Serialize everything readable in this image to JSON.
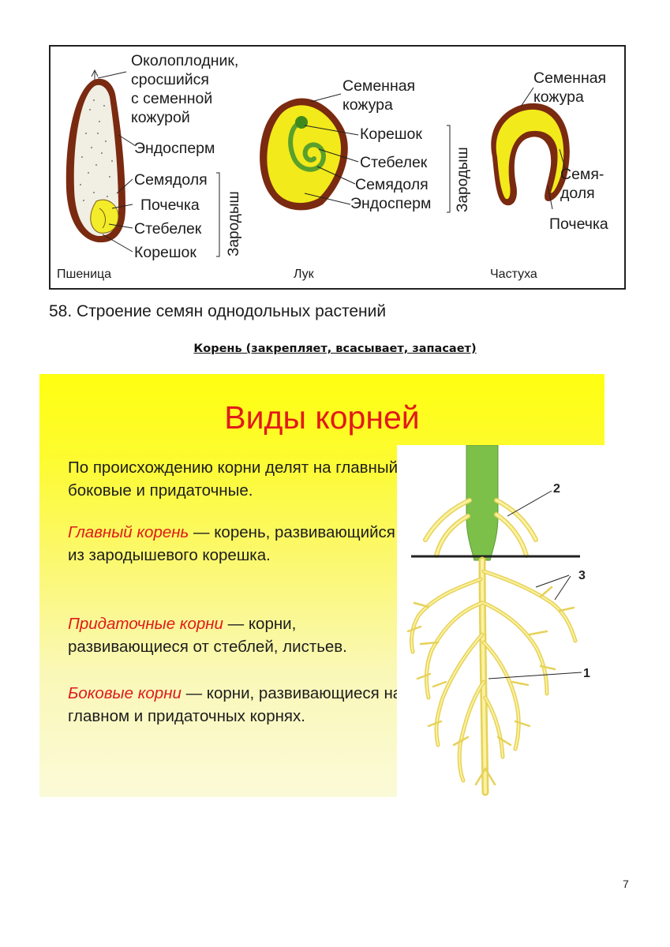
{
  "figure58": {
    "labels": {
      "pericarp": "Околоплодник,\nсросшийся\nс семенной\nкожурой",
      "endosperm_wheat": "Эндосперм",
      "cotyledon_wheat": "Семядоля",
      "bud_wheat": "Почечка",
      "stem_wheat": "Стебелек",
      "radicle_wheat": "Корешок",
      "embryo_wheat": "Зародыш",
      "seed_coat_onion": "Семенная\nкожура",
      "radicle_onion": "Корешок",
      "stem_onion": "Стебелек",
      "cotyledon_onion": "Семядоля",
      "endosperm_onion": "Эндосперм",
      "embryo_onion": "Зародыш",
      "seed_coat_alisma": "Семенная\nкожура",
      "cotyledon_alisma": "Семя-\nдоля",
      "bud_alisma": "Почечка"
    },
    "plants": {
      "wheat": "Пшеница",
      "onion": "Лук",
      "alisma": "Частуха"
    },
    "caption": "58. Строение семян однодольных растений"
  },
  "root_heading": "Корень  (закрепляет, всасывает, запасает)",
  "slide": {
    "title": "Виды корней",
    "intro": "По происхождению корни делят на главный, боковые и придаточные.",
    "main_term": "Главный корень",
    "main_def": " — корень, развивающийся из зародышевого корешка.",
    "adventitious_term": "Придаточные корни",
    "adventitious_def": " — корни, развивающиеся от стеблей, листьев.",
    "lateral_term": "Боковые корни",
    "lateral_def": " — корни, развивающиеся  на главном и придаточных корнях.",
    "figure_numbers": [
      "1",
      "2",
      "3"
    ]
  },
  "page_number": "7",
  "colors": {
    "yellow": "#ffee00",
    "seed_coat": "#7a2a10",
    "stem_green": "#7cc04a",
    "root_yellow": "#f2e07a",
    "title_red": "#e11a1a"
  }
}
